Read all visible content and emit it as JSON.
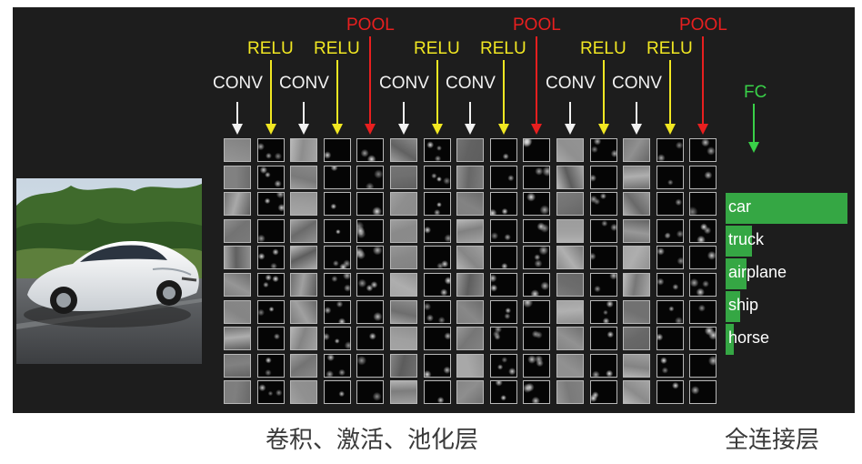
{
  "layers": [
    {
      "type": "conv",
      "label": "CONV"
    },
    {
      "type": "relu",
      "label": "RELU"
    },
    {
      "type": "conv",
      "label": "CONV"
    },
    {
      "type": "relu",
      "label": "RELU"
    },
    {
      "type": "pool",
      "label": "POOL"
    },
    {
      "type": "conv",
      "label": "CONV"
    },
    {
      "type": "relu",
      "label": "RELU"
    },
    {
      "type": "conv",
      "label": "CONV"
    },
    {
      "type": "relu",
      "label": "RELU"
    },
    {
      "type": "pool",
      "label": "POOL"
    },
    {
      "type": "conv",
      "label": "CONV"
    },
    {
      "type": "relu",
      "label": "RELU"
    },
    {
      "type": "conv",
      "label": "CONV"
    },
    {
      "type": "relu",
      "label": "RELU"
    },
    {
      "type": "pool",
      "label": "POOL"
    }
  ],
  "fc": {
    "label": "FC"
  },
  "classes": [
    {
      "name": "car",
      "score": 1.0
    },
    {
      "name": "truck",
      "score": 0.22
    },
    {
      "name": "airplane",
      "score": 0.17
    },
    {
      "name": "ship",
      "score": 0.12
    },
    {
      "name": "horse",
      "score": 0.07
    }
  ],
  "colors": {
    "conv": "#f2f2f2",
    "relu": "#f1e722",
    "pool": "#e81f1f",
    "fc": "#39d048",
    "bar": "#35a744",
    "panel": "#1d1d1d"
  },
  "captions": {
    "feature_layers": "卷积、激活、池化层",
    "fc_layer": "全连接层"
  },
  "input_image": {
    "icon": "white-sports-car-photo"
  }
}
